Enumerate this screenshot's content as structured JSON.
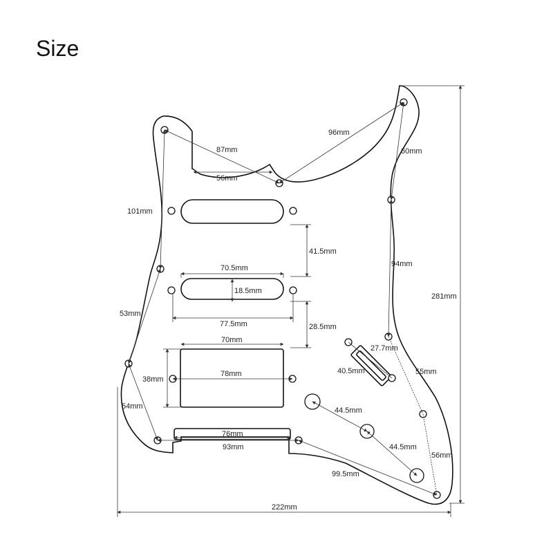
{
  "title": "Size",
  "dimensions": {
    "d87": "87mm",
    "d96": "96mm",
    "d56_top": "56mm",
    "d60": "60mm",
    "d101": "101mm",
    "d41_5": "41.5mm",
    "d94": "94mm",
    "d70_5": "70.5mm",
    "d18_5": "18.5mm",
    "d281": "281mm",
    "d53": "53mm",
    "d77_5": "77.5mm",
    "d28_5": "28.5mm",
    "d70": "70mm",
    "d27_7": "27.7mm",
    "d40_5": "40.5mm",
    "d55": "55mm",
    "d38": "38mm",
    "d78": "78mm",
    "d54": "54mm",
    "d44_5_a": "44.5mm",
    "d76": "76mm",
    "d44_5_b": "44.5mm",
    "d93": "93mm",
    "d56_bottom": "56mm",
    "d99_5": "99.5mm",
    "d222": "222mm"
  }
}
